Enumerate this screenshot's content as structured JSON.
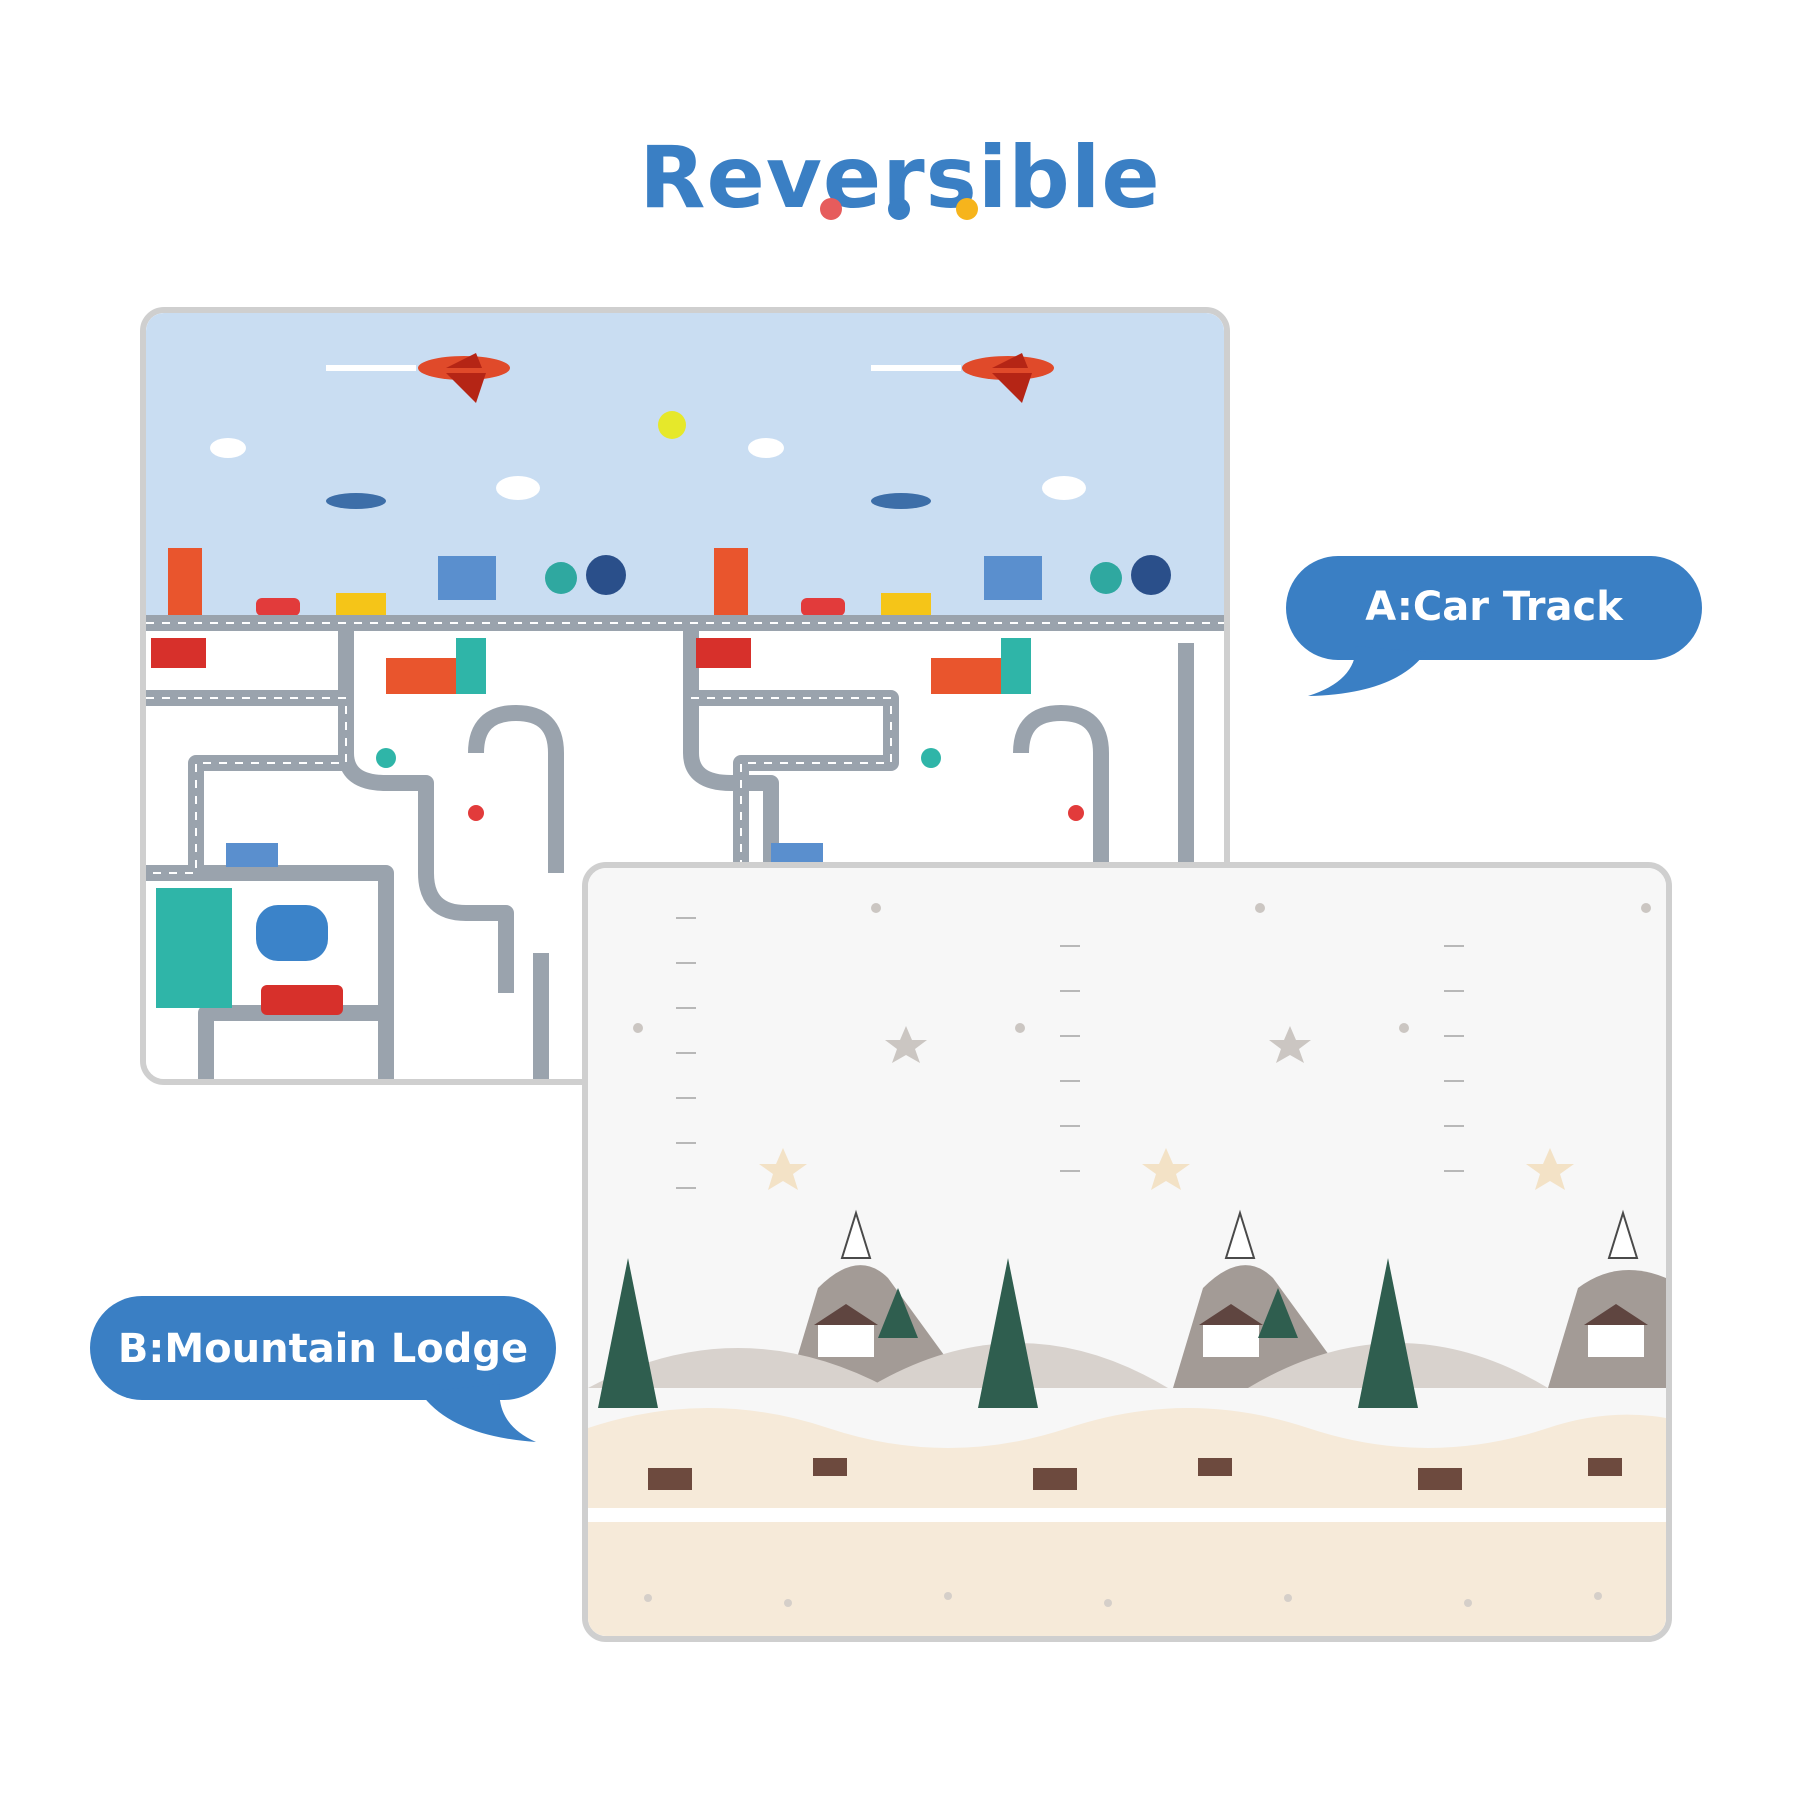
{
  "title": "Reversible",
  "colors": {
    "accent": "#3a7fc4",
    "dot_red": "#e65c5c",
    "dot_blue": "#3a7fc4",
    "dot_yellow": "#f6b41c",
    "sky": "#c9ddf2",
    "road": "#9aa3ad",
    "mountain": "#a39b96",
    "sand": "#f6ead9"
  },
  "side_a": {
    "label": "A:Car Track",
    "theme": "car-track-pattern"
  },
  "side_b": {
    "label": "B:Mountain Lodge",
    "theme": "mountain-lodge-pattern"
  }
}
